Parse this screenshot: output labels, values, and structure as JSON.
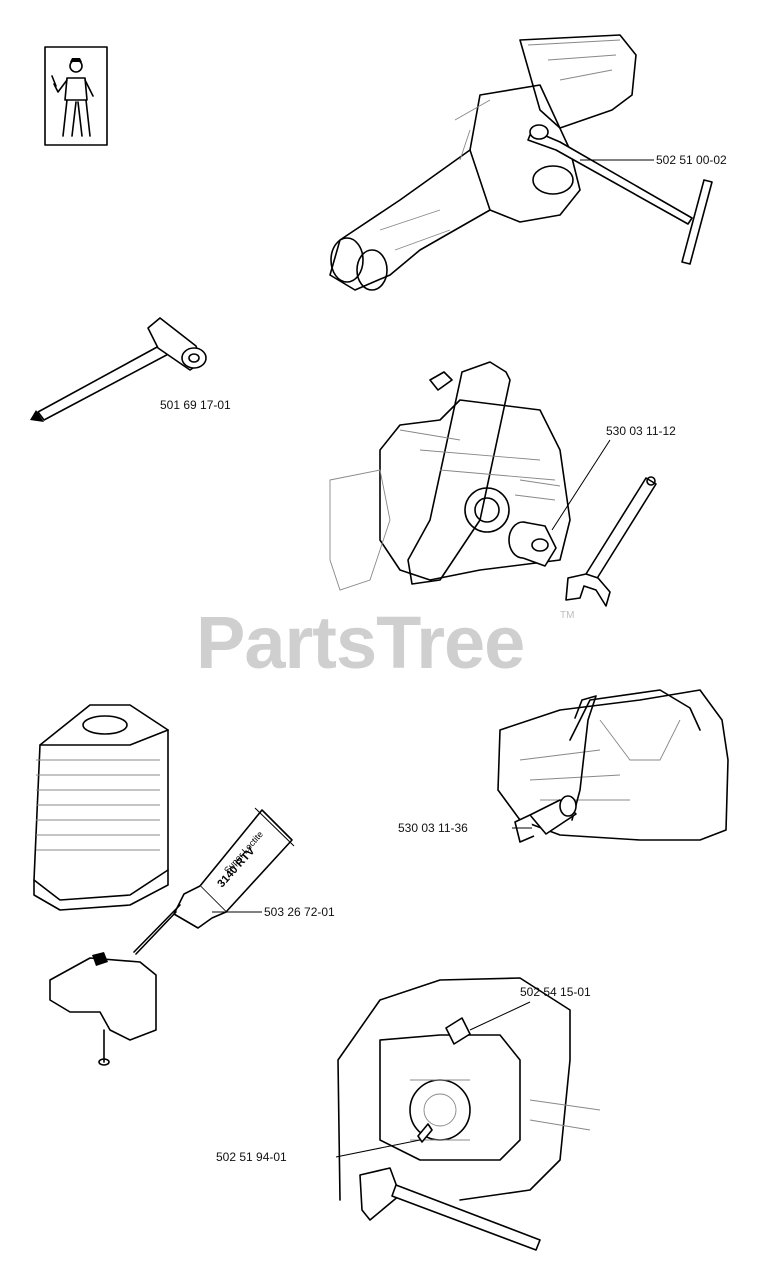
{
  "watermark": {
    "text": "PartsTree",
    "trademark": "TM"
  },
  "parts": [
    {
      "id": "502-51-00-02",
      "number": "502 51 00-02"
    },
    {
      "id": "501-69-17-01",
      "number": "501 69 17-01"
    },
    {
      "id": "530-03-11-12",
      "number": "530 03 11-12"
    },
    {
      "id": "530-03-11-36",
      "number": "530 03 11-36"
    },
    {
      "id": "503-26-72-01",
      "number": "503 26 72-01"
    },
    {
      "id": "502-54-15-01",
      "number": "502 54 15-01"
    },
    {
      "id": "502-51-94-01",
      "number": "502 51 94-01"
    }
  ],
  "tube_label": {
    "brand": "Super Loctite",
    "product": "3140 RTV"
  },
  "icons": {
    "mechanic": "mechanic-icon"
  }
}
